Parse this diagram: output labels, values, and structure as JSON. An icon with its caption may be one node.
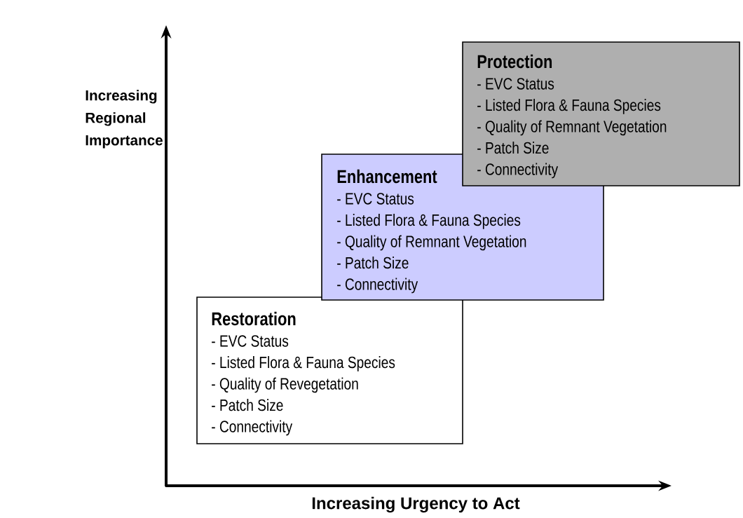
{
  "diagram": {
    "nodes": [
      {
        "text": [
          "Protection",
          "- EVC Status",
          "- Listed Flora & Fauna Species",
          "- Quality of Remnant Vegetation",
          "- Patch Size",
          "- Connectivity"
        ]
      },
      {
        "text": [
          "Enhancement",
          "- EVC Status",
          "- Listed Flora & Fauna Species",
          "- Quality of Remnant Vegetation",
          "- Patch Size",
          "- Connectivity"
        ]
      },
      {
        "text": [
          "Restoration",
          "- EVC Status",
          "- Listed Flora & Fauna Species",
          "- Quality of Revegetation",
          "- Patch Size",
          "- Connectivity"
        ]
      }
    ],
    "labels": [
      "Increasing Regional Importance",
      "Increasing Urgency to Act"
    ]
  }
}
